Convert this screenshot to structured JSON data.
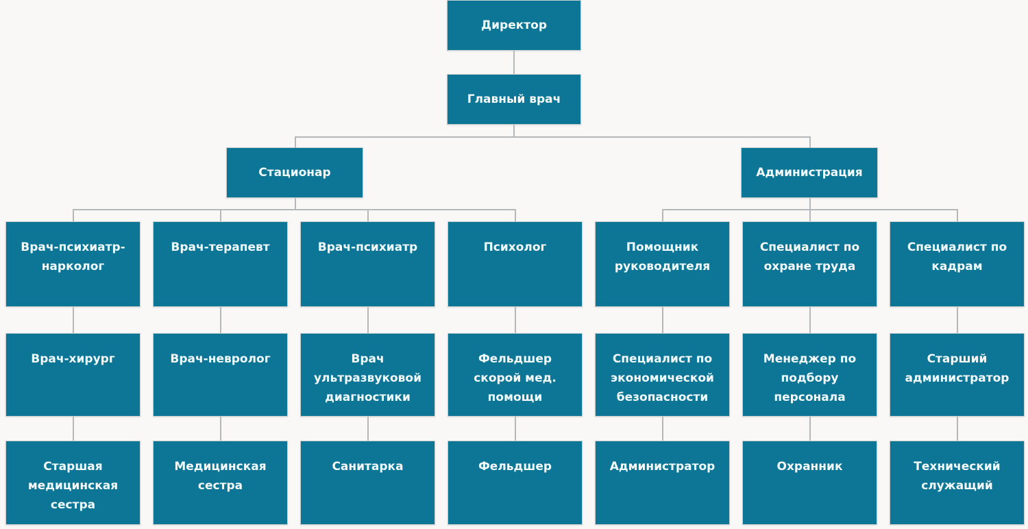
{
  "org": {
    "director": "Директор",
    "chief": "Главный врач",
    "branches": {
      "inpatient": "Стационар",
      "administration": "Администрация"
    },
    "columns": [
      {
        "top": "Врач-психиатр-нарколог",
        "middle": "Врач-хирург",
        "bottom": "Старшая медицинская сестра"
      },
      {
        "top": "Врач-терапевт",
        "middle": "Врач-невролог",
        "bottom": "Медицинская сестра"
      },
      {
        "top": "Врач-психиатр",
        "middle": "Врач ультразвуковой диагностики",
        "bottom": "Санитарка"
      },
      {
        "top": "Психолог",
        "middle": "Фельдшер скорой мед. помощи",
        "bottom": "Фельдшер"
      },
      {
        "top": "Помощник руководителя",
        "middle": "Специалист по экономической безопасности",
        "bottom": "Администратор"
      },
      {
        "top": "Специалист по охране труда",
        "middle": "Менеджер по подбору персонала",
        "bottom": "Охранник"
      },
      {
        "top": "Специалист по кадрам",
        "middle": "Старший администратор",
        "bottom": "Технический служащий"
      }
    ]
  },
  "colors": {
    "node_fill": "#0d7696",
    "node_text": "#f2fafc",
    "connector": "#b5b8ba",
    "background": "#f9f8f6"
  }
}
